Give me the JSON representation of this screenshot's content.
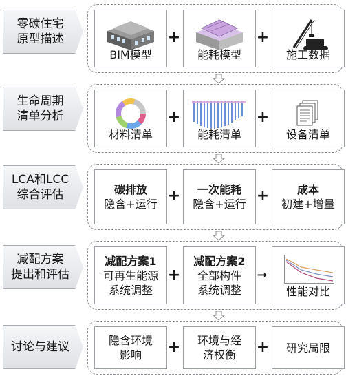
{
  "stages": [
    {
      "label_l1": "零碳住宅",
      "label_l2": "原型描述"
    },
    {
      "label_l1": "生命周期",
      "label_l2": "清单分析"
    },
    {
      "label_l1": "LCA和LCC",
      "label_l2": "综合评估"
    },
    {
      "label_l1": "减配方案",
      "label_l2": "提出和评估"
    },
    {
      "label_l1": "讨论与建议",
      "label_l2": ""
    }
  ],
  "row1": {
    "box1": "BIM模型",
    "box2": "能耗模型",
    "box3": "施工数据"
  },
  "row2": {
    "box1": "材料清单",
    "box2": "能耗清单",
    "box3": "设备清单"
  },
  "row3": {
    "box1_title": "碳排放",
    "box1_sub": "隐含+运行",
    "box2_title": "一次能耗",
    "box2_sub": "隐含+运行",
    "box3_title": "成本",
    "box3_sub": "初建+增量"
  },
  "row4": {
    "box1_title": "减配方案1",
    "box1_l2": "可再生能源",
    "box1_l3": "系统调整",
    "box2_title": "减配方案2",
    "box2_l2": "全部构件",
    "box2_l3": "系统调整",
    "box3": "性能对比"
  },
  "row5": {
    "box1_l1": "隐含环境",
    "box1_l2": "影响",
    "box2_l1": "环境与经",
    "box2_l2": "济权衡",
    "box3": "研究局限"
  },
  "symbols": {
    "plus": "+",
    "arrow": "➞"
  },
  "colors": {
    "label_border": "#a9adb3",
    "dashed": "#8a8e94",
    "roof": "#c9a6e0",
    "bars": "#6b8fd6"
  },
  "icons": [
    "building-model-icon",
    "energy-model-icon",
    "crane-icon",
    "donut-chart-icon",
    "bar-chart-icon",
    "document-stack-icon",
    "line-chart-icon"
  ]
}
